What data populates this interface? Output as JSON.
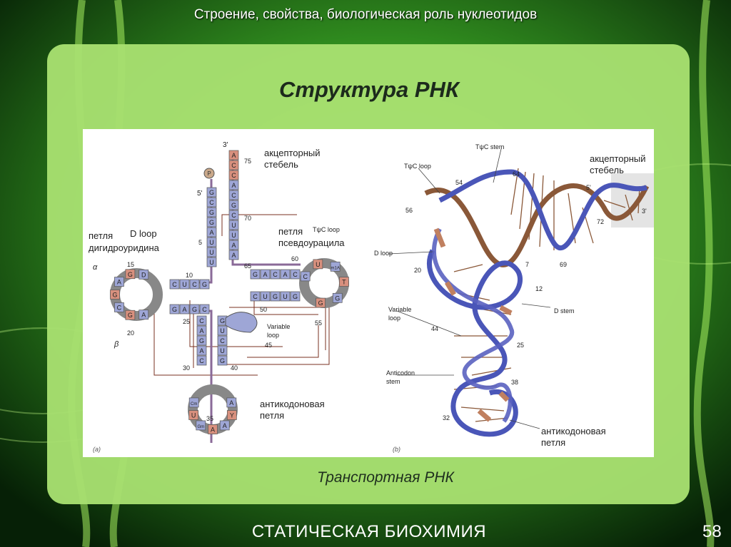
{
  "slide": {
    "top_title": "Строение, свойства, биологическая роль нуклеотидов",
    "heading": "Структура РНК",
    "caption": "Транспортная РНК",
    "footer": "СТАТИЧЕСКАЯ БИОХИМИЯ",
    "page_number": "58"
  },
  "colors": {
    "stem_blue": "#9ea6d6",
    "loop_salmon": "#d8907e",
    "helix_blue": "#4a56b8",
    "helix_brown": "#8a5838"
  },
  "panel_a": {
    "label": "(a)",
    "labels": {
      "acceptor_line1": "акцепторный",
      "acceptor_line2": "стебель",
      "dloop": "D loop",
      "dloop_ru_line1": "петля",
      "dloop_ru_line2": "дигидроуридина",
      "tloop": "TψC loop",
      "tloop_ru_line1": "петля",
      "tloop_ru_line2": "псевдоурацила",
      "variable_line1": "Variable",
      "variable_line2": "loop",
      "anticodon_line1": "антикодоновая",
      "anticodon_line2": "петля",
      "three_prime": "3'",
      "five_prime": "5'",
      "alpha": "α",
      "beta": "β",
      "p": "P"
    },
    "numbers": {
      "n75": "75",
      "n70": "70",
      "n65": "65",
      "n60": "60",
      "n55": "55",
      "n50": "50",
      "n45": "45",
      "n40": "40",
      "n35": "35",
      "n30": "30",
      "n25": "25",
      "n20": "20",
      "n15": "15",
      "n10": "10",
      "n5": "5"
    },
    "acceptor_5": [
      "G",
      "C",
      "G",
      "G",
      "A",
      "U",
      "U",
      "U"
    ],
    "acceptor_3": [
      "A",
      "C",
      "C",
      "A",
      "C",
      "G",
      "C",
      "U",
      "U",
      "A",
      "A"
    ],
    "d_arm_top": [
      "C",
      "U",
      "C",
      "G"
    ],
    "d_arm_bottom": [
      "G",
      "A",
      "G",
      "C"
    ],
    "t_arm_top": [
      "G",
      "A",
      "C",
      "A",
      "C"
    ],
    "t_arm_bottom": [
      "C",
      "U",
      "G",
      "U",
      "G"
    ],
    "anticodon_5": [
      "C",
      "A",
      "G",
      "A",
      "C"
    ],
    "anticodon_3": [
      "G",
      "U",
      "C",
      "U",
      "G"
    ],
    "d_loop": [
      "D",
      "G",
      "A",
      "G",
      "C",
      "G",
      "A"
    ],
    "t_loop": [
      "C",
      "U",
      "m1A",
      "T",
      "G",
      "G"
    ],
    "anticodon_loop": [
      "Cm",
      "U",
      "Gm",
      "A",
      "A",
      "Y",
      "A"
    ]
  },
  "panel_b": {
    "label": "(b)",
    "labels": {
      "tstem": "TψC stem",
      "tloop": "TψC loop",
      "acceptor_line1": "акцепторный",
      "acceptor_line2": "стебель",
      "dloop": "D loop",
      "variable_line1": "Variable",
      "variable_line2": "loop",
      "dstem": "D stem",
      "anticodon_stem_line1": "Anticodon",
      "anticodon_stem_line2": "stem",
      "anticodon_line1": "антикодоновая",
      "anticodon_line2": "петля",
      "three_prime": "3'",
      "five_prime": "5'"
    },
    "numbers": {
      "n54": "54",
      "n56": "56",
      "n64": "64",
      "n72": "72",
      "n69": "69",
      "n7": "7",
      "n20": "20",
      "n12": "12",
      "n44": "44",
      "n25": "25",
      "n38": "38",
      "n32": "32"
    }
  }
}
